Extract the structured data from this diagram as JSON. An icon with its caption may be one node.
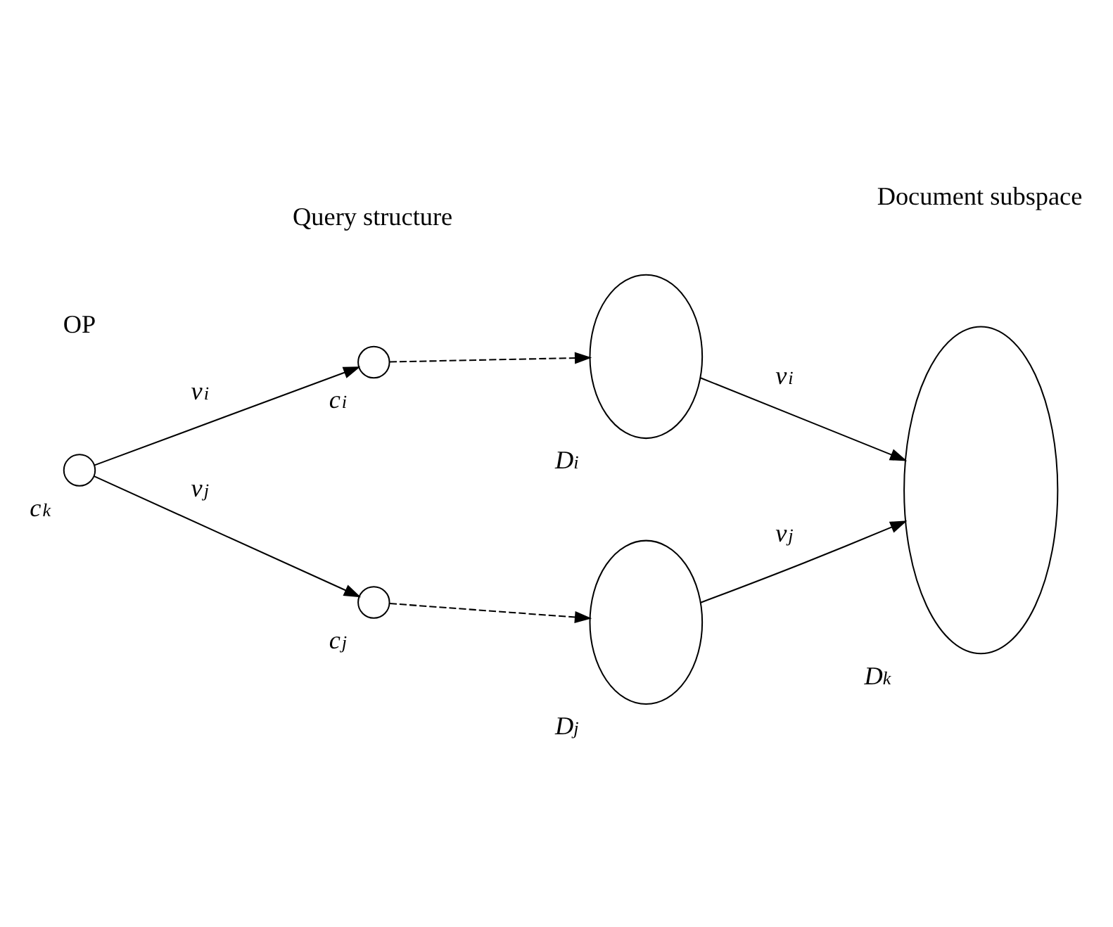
{
  "diagram": {
    "nodes": [
      {
        "text": [],
        "shape": "circle",
        "beside": [
          "c$_{k}$"
        ]
      },
      {
        "text": [],
        "shape": "circle",
        "beside": [
          "c$_{i}$"
        ]
      },
      {
        "text": [],
        "shape": "circle",
        "beside": [
          "c$_{j}$"
        ]
      },
      {
        "text": [],
        "shape": "ellipse",
        "beside": [
          "D$_{i}$"
        ]
      },
      {
        "text": [],
        "shape": "ellipse",
        "beside": [
          "D$_{j}$"
        ]
      },
      {
        "text": [],
        "shape": "ellipse",
        "beside": [
          "D$_{k}$"
        ]
      }
    ],
    "edges": [
      {
        "from": 0,
        "to": 1,
        "arrow": "to",
        "label": "v$_{i}$"
      },
      {
        "from": 0,
        "to": 2,
        "arrow": "to",
        "label": "v$_{j}$"
      },
      {
        "from": 1,
        "to": 3,
        "arrow": "to",
        "style": "dashed"
      },
      {
        "from": 2,
        "to": 4,
        "arrow": "to",
        "style": "dashed"
      },
      {
        "from": 3,
        "to": 5,
        "arrow": "to",
        "label": "v$_{i}$"
      },
      {
        "from": 4,
        "to": 5,
        "arrow": "to",
        "label": "v$_{j}$"
      }
    ],
    "labels": [
      "OP",
      "Query structure",
      "Document subspace"
    ]
  }
}
